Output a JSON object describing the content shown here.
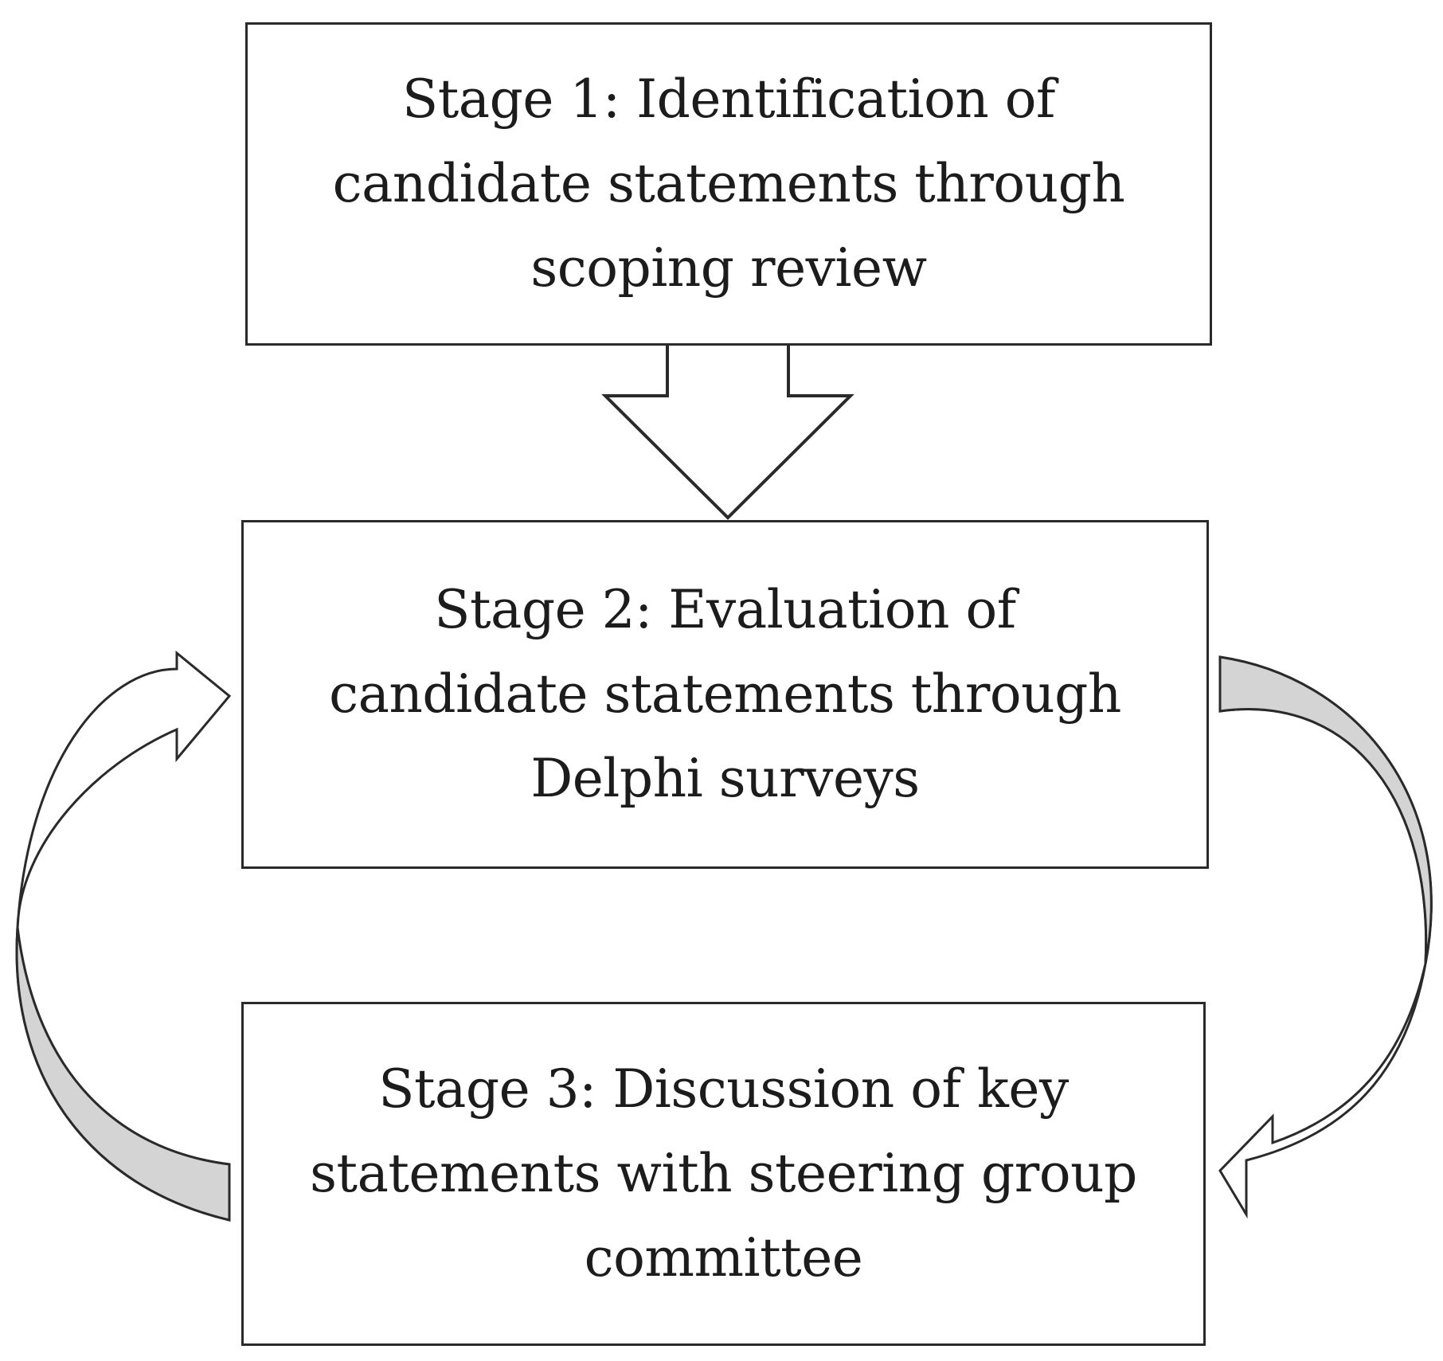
{
  "diagram": {
    "stages": [
      {
        "id": "stage-1",
        "text": "Stage 1: Identification of\ncandidate statements through\nscoping review"
      },
      {
        "id": "stage-2",
        "text": "Stage 2: Evaluation of\ncandidate statements through\nDelphi surveys"
      },
      {
        "id": "stage-3",
        "text": "Stage 3: Discussion of key\nstatements with steering group\ncommittee"
      }
    ],
    "colors": {
      "border": "#2a2a2a",
      "text": "#1c1c1c",
      "arrow_fill_white": "#ffffff",
      "arrow_fill_grey": "#d4d4d4"
    },
    "icons": [
      "down-arrow-icon",
      "loop-arrow-right-icon",
      "loop-arrow-left-icon"
    ]
  }
}
